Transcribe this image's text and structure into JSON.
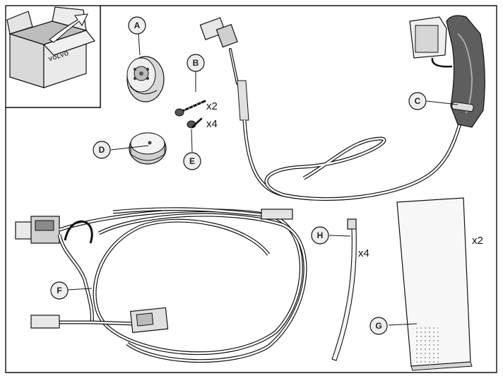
{
  "brand_label": "VOLVO",
  "callouts": {
    "a": "A",
    "b": "B",
    "c": "C",
    "d": "D",
    "e": "E",
    "f": "F",
    "g": "G",
    "h": "H"
  },
  "quantities": {
    "b": "x2",
    "e": "x4",
    "h": "x4",
    "g": "x2"
  },
  "colors": {
    "line": "#111111",
    "callout_fill": "#eeeeee",
    "part_light": "#f2f2f2",
    "part_mid": "#d0d0d0",
    "part_dark": "#6a6a6a"
  }
}
